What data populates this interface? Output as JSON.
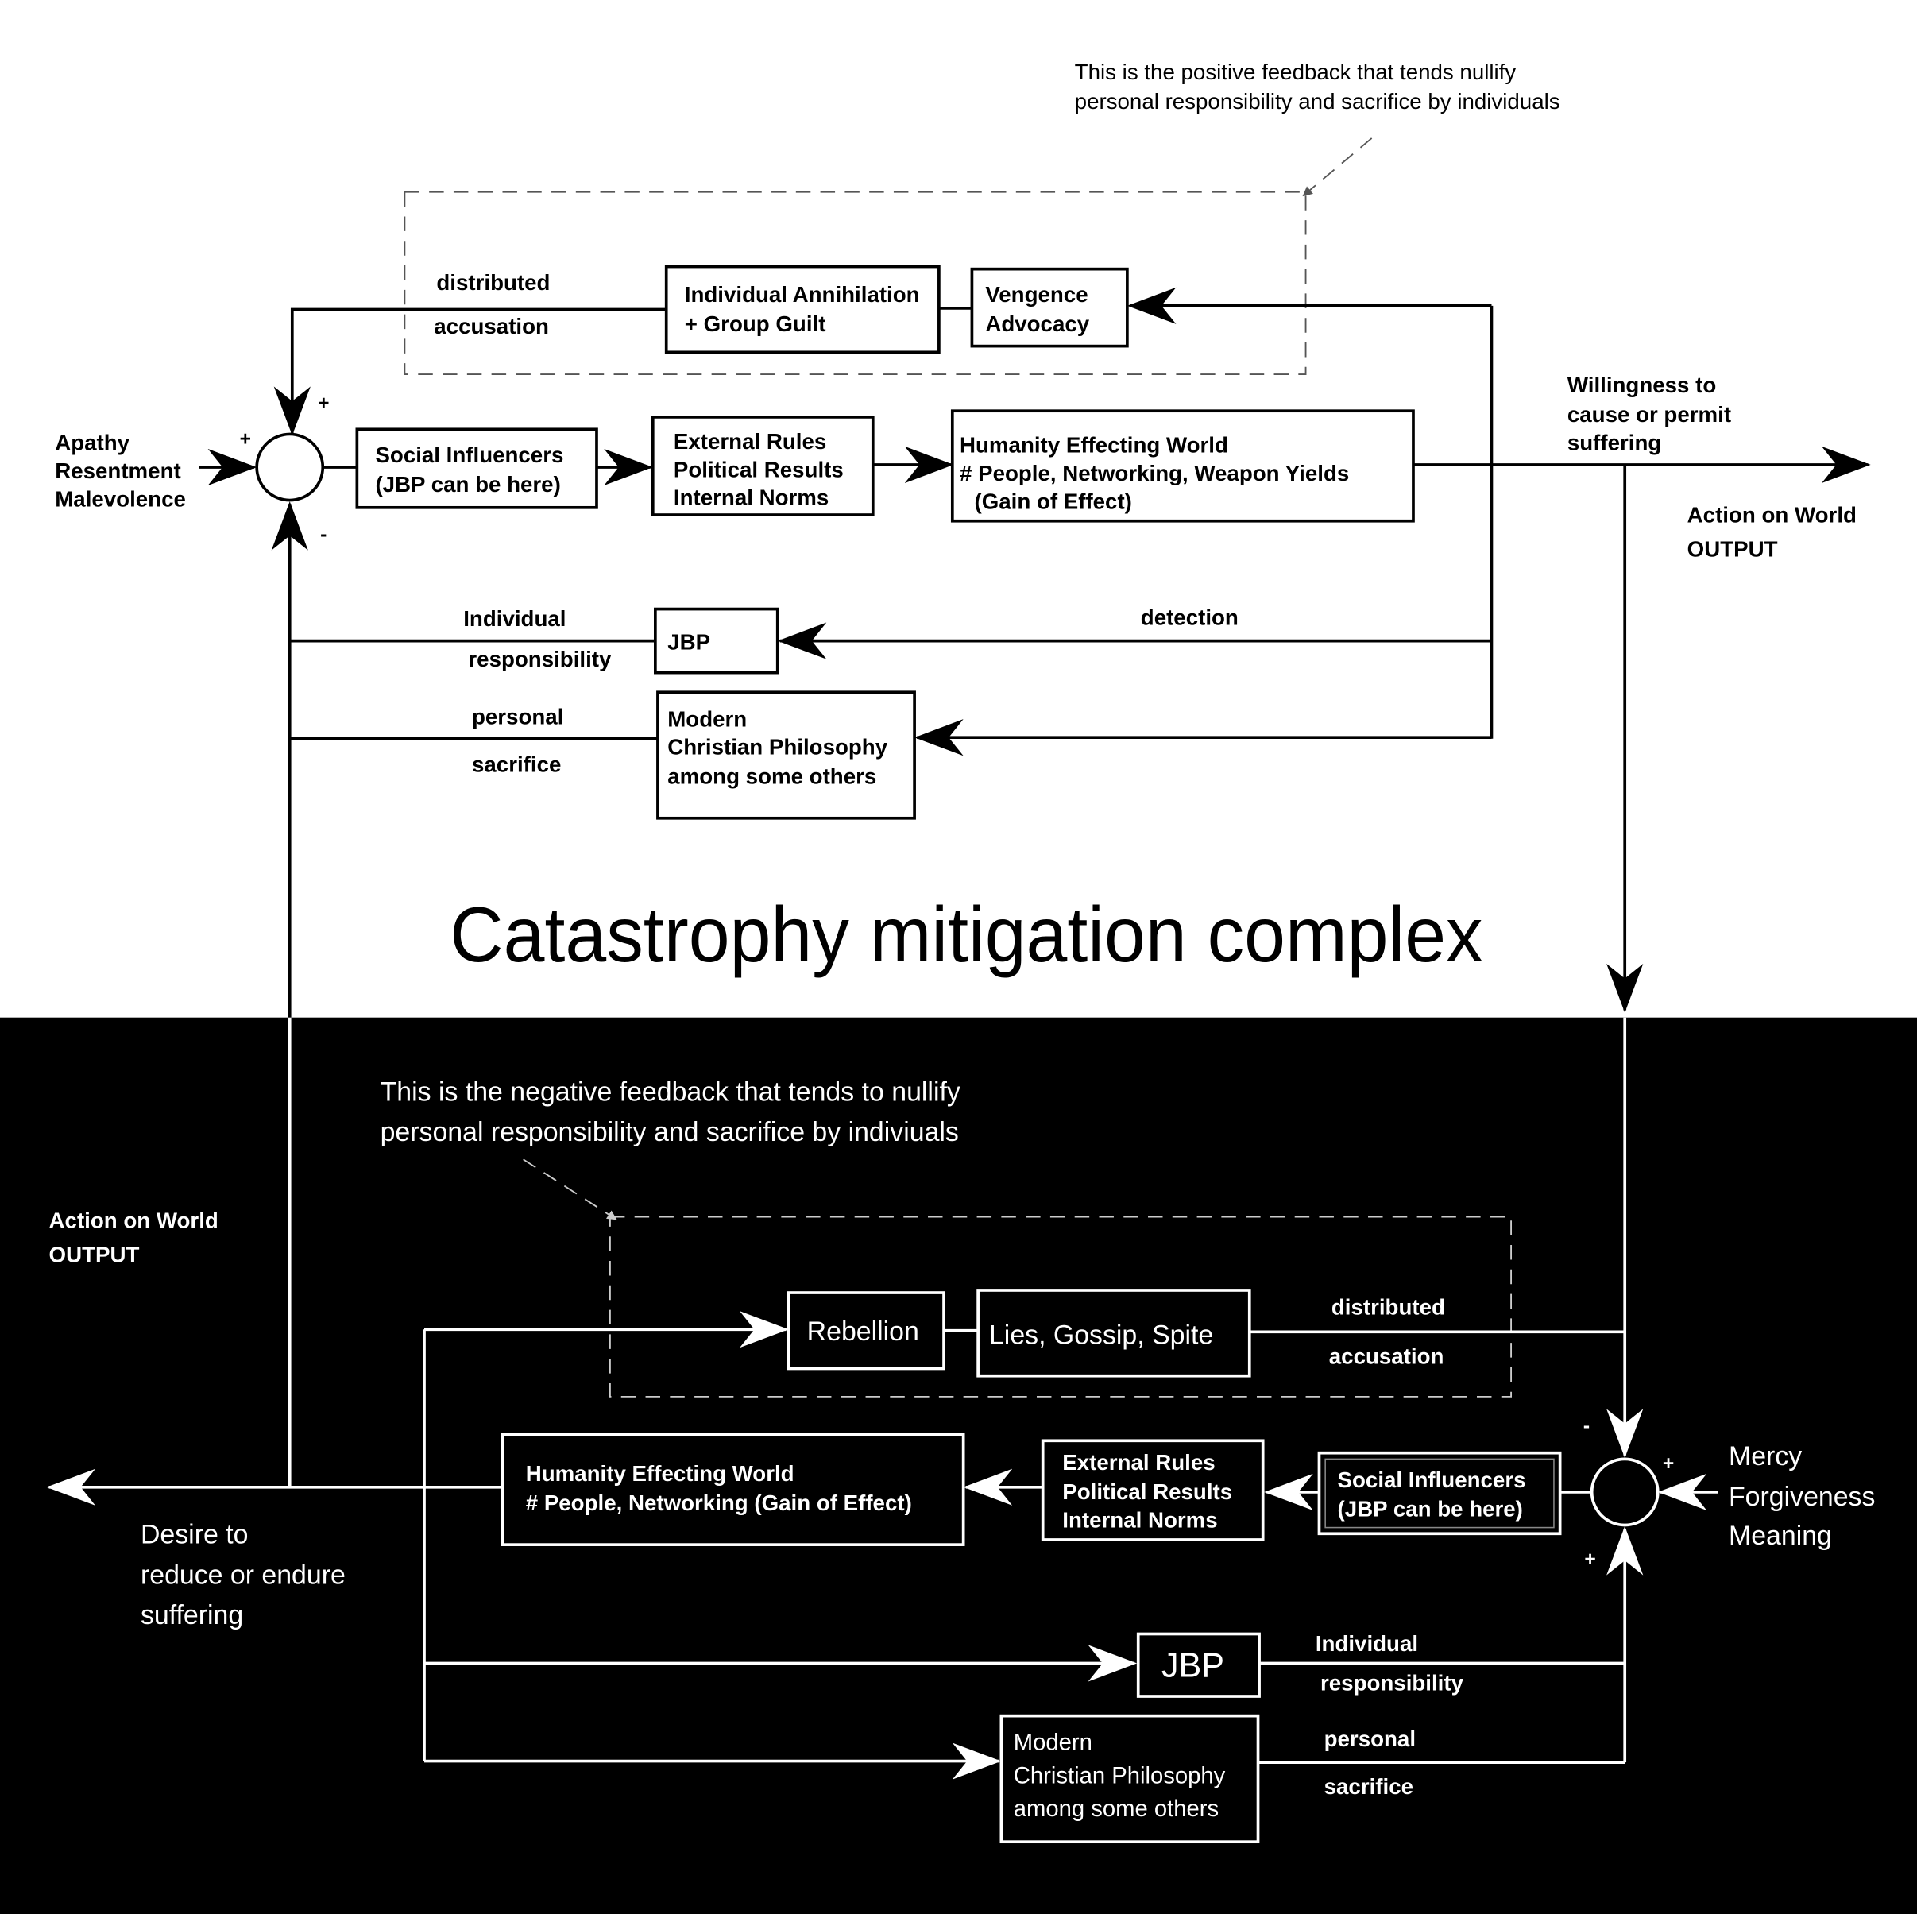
{
  "title": "Catastrophy mitigation complex",
  "colors": {
    "top_background": "#ffffff",
    "bottom_background": "#000000",
    "top_ink": "#000000",
    "bottom_ink": "#ffffff"
  },
  "top": {
    "annotation": [
      "This is the positive feedback that tends nullify",
      "personal responsibility and sacrifice by individuals"
    ],
    "inputs": [
      "Apathy",
      "Resentment",
      "Malevolence"
    ],
    "sign_input": "+",
    "sign_top": "+",
    "sign_bottom": "-",
    "boxes": {
      "annihilation": [
        "Individual Annihilation",
        "+ Group Guilt"
      ],
      "vengence": [
        "Vengence",
        "Advocacy"
      ],
      "social": [
        "Social Influencers",
        "(JBP can be here)"
      ],
      "rules": [
        "External Rules",
        "Political Results",
        "Internal Norms"
      ],
      "humanity": [
        "Humanity Effecting World",
        "# People, Networking, Weapon Yields",
        "  (Gain of Effect)"
      ],
      "jbp": [
        "JBP"
      ],
      "christian": [
        "Modern",
        "Christian Philosophy",
        "among some others"
      ]
    },
    "labels": {
      "distributed": "distributed",
      "accusation": "accusation",
      "individual": "Individual",
      "responsibility": "responsibility",
      "personal": "personal",
      "sacrifice": "sacrifice",
      "detection": "detection",
      "willingness": [
        "Willingness to",
        "cause or permit",
        "suffering"
      ],
      "action": [
        "Action on World",
        "OUTPUT"
      ]
    }
  },
  "bottom": {
    "annotation": [
      "This is the negative feedback that tends to nullify",
      "personal responsibility and sacrifice by indiviuals"
    ],
    "inputs": [
      "Mercy",
      "Forgiveness",
      "Meaning"
    ],
    "sign_input": "+",
    "sign_top": "-",
    "sign_bottom": "+",
    "boxes": {
      "rebellion": [
        "Rebellion"
      ],
      "lies": [
        "Lies, Gossip, Spite"
      ],
      "humanity": [
        "Humanity Effecting World",
        "# People, Networking  (Gain of Effect)"
      ],
      "rules": [
        "External Rules",
        "Political Results",
        "Internal Norms"
      ],
      "social": [
        "Social Influencers",
        "(JBP can be here)"
      ],
      "jbp": [
        "JBP"
      ],
      "christian": [
        "Modern",
        "Christian Philosophy",
        "among some others"
      ]
    },
    "labels": {
      "distributed": "distributed",
      "accusation": "accusation",
      "individual": "Individual",
      "responsibility": "responsibility",
      "personal": "personal",
      "sacrifice": "sacrifice",
      "desire": [
        "Desire to",
        "reduce or endure",
        "suffering"
      ],
      "action": [
        "Action on World",
        "OUTPUT"
      ]
    }
  }
}
